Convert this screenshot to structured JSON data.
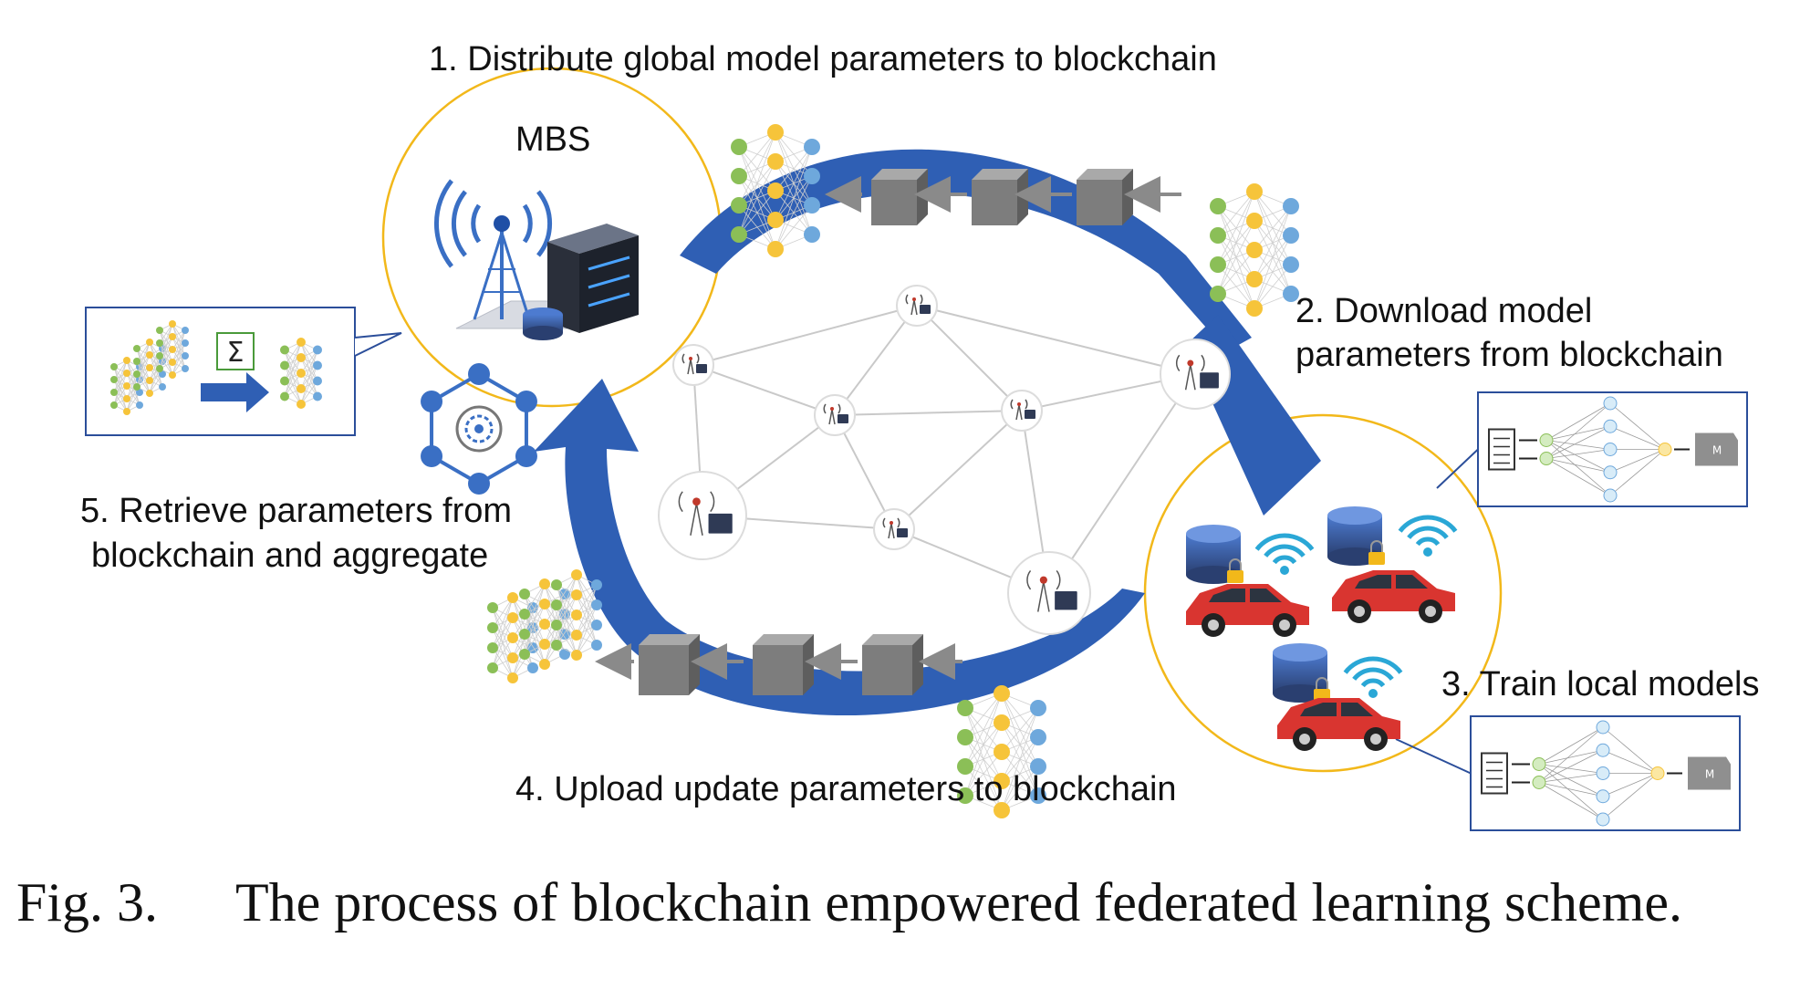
{
  "labels": {
    "step1": "1. Distribute global model parameters to blockchain",
    "mbs": "MBS",
    "step2_line1": "2. Download model",
    "step2_line2": "parameters from blockchain",
    "step3": "3. Train local models",
    "step4": "4. Upload update parameters to blockchain",
    "step5_line1": "5. Retrieve parameters from",
    "step5_line2": "blockchain and aggregate",
    "sigma": "Σ",
    "mini_model_tag": "M"
  },
  "caption": {
    "fig_number": "Fig. 3.",
    "text": "The process of blockchain empowered federated learning scheme."
  },
  "colors": {
    "arrow_blue": "#2f5fb4",
    "circle_outline": "#f2b81a",
    "box_outline": "#2b4e9a",
    "block_gray": "#7d7d7d",
    "node_green": "#8bbf57",
    "node_yellow": "#f6c43a",
    "node_blue": "#6ea8dc",
    "car_red": "#d93530",
    "network_line": "#c9c9c9"
  }
}
